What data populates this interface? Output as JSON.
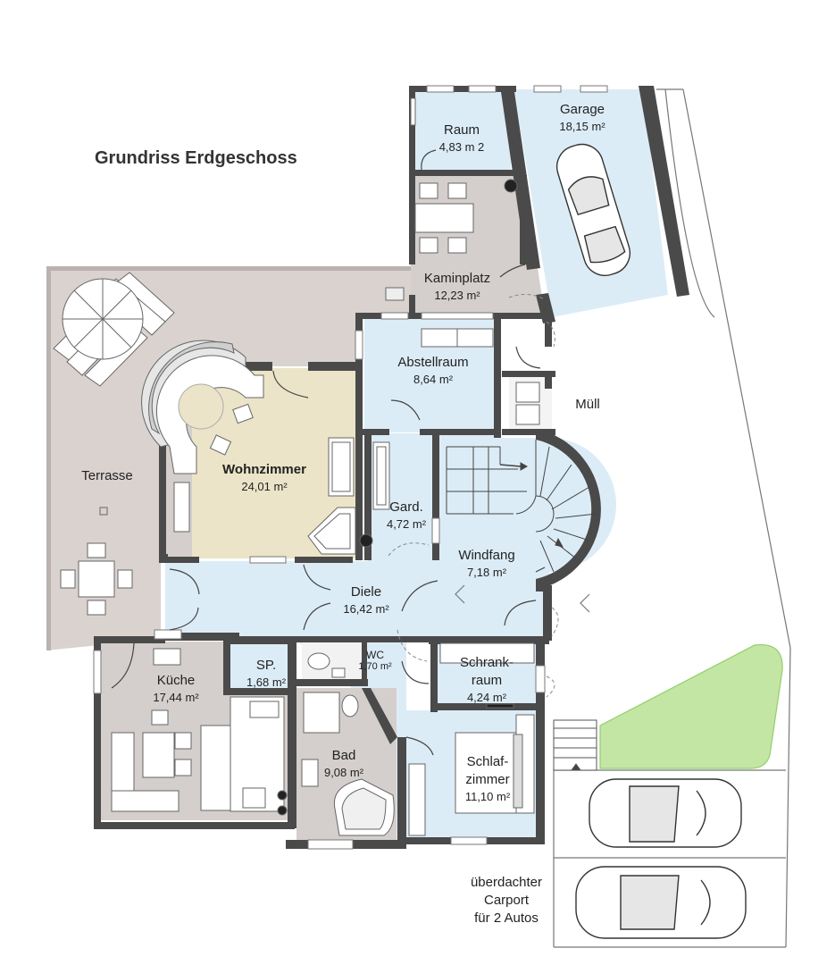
{
  "title": "Grundriss Erdgeschoss",
  "rooms": [
    {
      "id": "raum",
      "name": "Raum",
      "area": "4,83 m 2"
    },
    {
      "id": "garage",
      "name": "Garage",
      "area": "18,15 m²"
    },
    {
      "id": "kaminplatz",
      "name": "Kaminplatz",
      "area": "12,23 m²"
    },
    {
      "id": "abstellraum",
      "name": "Abstellraum",
      "area": "8,64 m²"
    },
    {
      "id": "muell",
      "name": "Müll",
      "area": ""
    },
    {
      "id": "terrasse",
      "name": "Terrasse",
      "area": ""
    },
    {
      "id": "wohnzimmer",
      "name": "Wohnzimmer",
      "area": "24,01 m²"
    },
    {
      "id": "gard",
      "name": "Gard.",
      "area": "4,72 m²"
    },
    {
      "id": "windfang",
      "name": "Windfang",
      "area": "7,18 m²"
    },
    {
      "id": "diele",
      "name": "Diele",
      "area": "16,42 m²"
    },
    {
      "id": "kueche",
      "name": "Küche",
      "area": "17,44 m²"
    },
    {
      "id": "sp",
      "name": "SP.",
      "area": "1,68 m²"
    },
    {
      "id": "wc",
      "name": "WC",
      "area": "1,70 m²"
    },
    {
      "id": "schrankraum",
      "name": "Schrank-\nraum",
      "name1": "Schrank-",
      "name2": "raum",
      "area": "4,24 m²"
    },
    {
      "id": "bad",
      "name": "Bad",
      "area": "9,08 m²"
    },
    {
      "id": "schlafzimmer",
      "name1": "Schlaf-",
      "name2": "zimmer",
      "area": "11,10 m²"
    }
  ],
  "carport": {
    "line1": "überdachter",
    "line2": "Carport",
    "line3": "für 2 Autos"
  },
  "colors": {
    "wall": "#4a4a4a",
    "terrace": "#d9d2cf",
    "blue_room": "#dcecf6",
    "living": "#ece4c8",
    "kitchen": "#d4cfcc",
    "green": "#c4e6a4",
    "outline": "#6a6a6a"
  }
}
